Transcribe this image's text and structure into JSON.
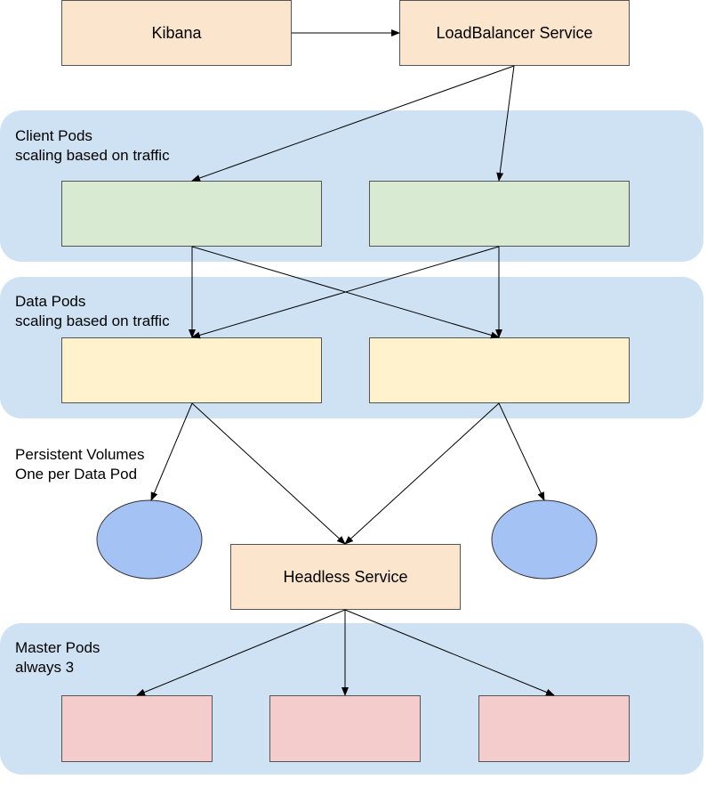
{
  "nodes": {
    "kibana": "Kibana",
    "load_balancer": "LoadBalancer Service",
    "headless_service": "Headless Service"
  },
  "groups": {
    "client": {
      "title": "Client Pods",
      "subtitle": "scaling based on traffic"
    },
    "data": {
      "title": "Data Pods",
      "subtitle": "scaling based on traffic"
    },
    "master": {
      "title": "Master Pods",
      "subtitle": "always 3"
    }
  },
  "volumes_note": {
    "line1": "Persistent Volumes",
    "line2": "One per Data Pod"
  },
  "colors": {
    "group_bg": "#cfe2f3",
    "service": "#fce5cd",
    "client_pod": "#d9ead3",
    "data_pod": "#fff2cc",
    "master_pod": "#f4cccc",
    "volume": "#a4c2f4"
  }
}
